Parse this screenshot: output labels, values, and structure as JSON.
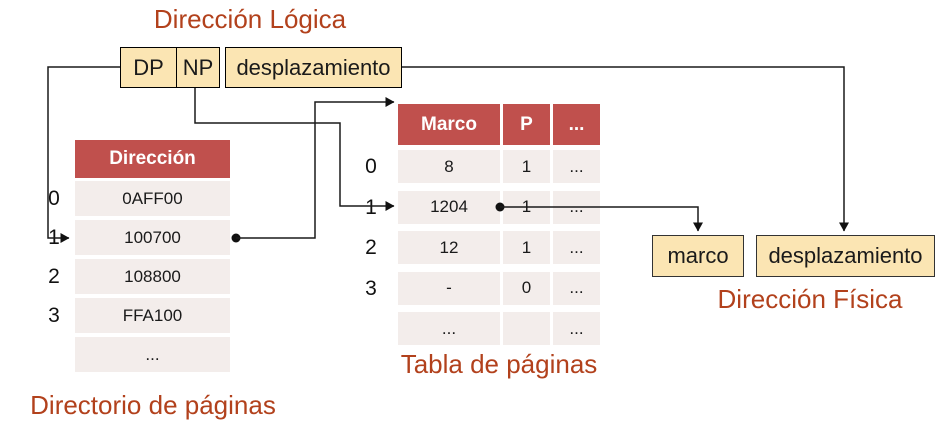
{
  "logical_address": {
    "title": "Dirección Lógica",
    "dp": "DP",
    "np": "NP",
    "offset": "desplazamiento"
  },
  "directory": {
    "title": "Directorio de páginas",
    "header": "Dirección",
    "indices": [
      "0",
      "1",
      "2",
      "3"
    ],
    "rows": [
      "0AFF00",
      "100700",
      "108800",
      "FFA100",
      "..."
    ]
  },
  "page_table": {
    "title": "Tabla de páginas",
    "headers": [
      "Marco",
      "P",
      "..."
    ],
    "indices": [
      "0",
      "1",
      "2",
      "3"
    ],
    "rows": [
      [
        "8",
        "1",
        "..."
      ],
      [
        "1204",
        "1",
        "..."
      ],
      [
        "12",
        "1",
        "..."
      ],
      [
        "-",
        "0",
        "..."
      ],
      [
        "...",
        "",
        "..."
      ]
    ]
  },
  "physical_address": {
    "title": "Dirección Física",
    "marco": "marco",
    "offset": "desplazamiento"
  },
  "colors": {
    "header_red": "#C0504D",
    "row_pink": "#F3EDEB",
    "box_cream": "#FBE5B3",
    "title_brown": "#B2411C",
    "line_black": "#1a1a1a"
  }
}
